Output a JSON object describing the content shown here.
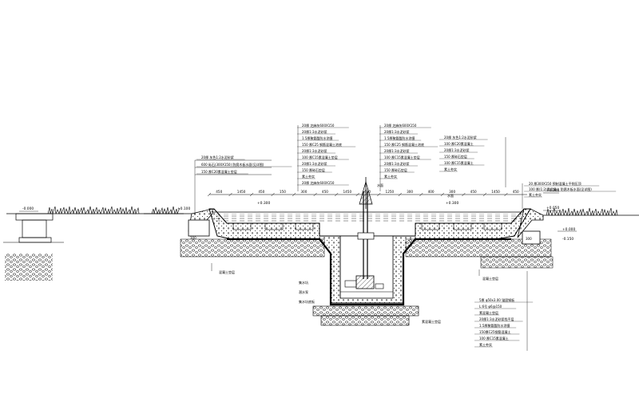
{
  "drawing": {
    "levels": {
      "left_ground": "-0.000",
      "pool_edge_left": "+0.100",
      "pool_water": "+0.300",
      "pool_water_mid": "+0.300",
      "right_edge_1": "+0.100",
      "right_edge_2": "+0.050",
      "right_ground": "+0.000",
      "right_low": "-0.150"
    },
    "dimensions": [
      "450",
      "1450",
      "450",
      "150",
      "300",
      "450",
      "1450",
      "450",
      "1250",
      "300",
      "400",
      "300",
      "450",
      "1450",
      "450"
    ],
    "left_callout": {
      "lines": [
        "20厚 灰色1:2水泥砂浆",
        "600 砾石(300X150) 防腐木板水面(见详图)",
        "150 厚C20素混凝土垫层"
      ]
    },
    "center_left_callout": {
      "lines": [
        "20厚 芝麻灰600X150",
        "20厚1:3水泥砂浆",
        "1.5厚聚氨酯防水涂膜",
        "150 厚C25 钢筋混凝土池底",
        "20厚1:3水泥砂浆",
        "100 厚C15素混凝土垫层",
        "20厚1:3水泥砂浆",
        "150 厚碎石垫层",
        "素土夯实",
        "20厚 芝麻灰600X150"
      ]
    },
    "center_right_callout": {
      "lines": [
        "20厚 芝麻灰600X150",
        "20厚1:3水泥砂浆",
        "1.5厚聚氨酯防水涂膜",
        "150 厚C25 钢筋混凝土池底",
        "20厚1:3水泥砂浆",
        "100 厚C15素混凝土垫层",
        "20厚1:3水泥砂浆",
        "150 厚碎石垫层",
        "素土夯实"
      ]
    },
    "right_top_callout": {
      "lines": [
        "20厚 灰色1:2水泥砂浆",
        "100 厚C20素混凝土",
        "20厚1:3水泥砂浆",
        "150 厚碎石垫层",
        "100 厚C15素混凝土",
        "素土夯实"
      ]
    },
    "right_callout": {
      "lines": [
        "20 厚300X150 预制混凝土平侧压顶",
        "100 厚(1:2)素混凝土 防腐木板水面(见详图)",
        "素土夯实"
      ]
    },
    "bottom_right_callout": {
      "lines": [
        "5厚 φ50x3.00 锚固钢板",
        "L:6号 φ6@150",
        "素混凝土垫层",
        "20厚1:3水泥砂浆找平层",
        "1.5厚聚氨酯防水涂膜",
        "150厚C25钢筋混凝土",
        "100 厚C15素混凝土",
        "素土夯实"
      ]
    },
    "small_labels": {
      "pump_pit": "集水坑",
      "pump_pit_floor": "集水坑底板",
      "left_bottom": "混凝土垫层",
      "right_bottom": "混凝土垫层",
      "center_bottom": "素混凝土垫层",
      "sump_label": "潜水泵",
      "water_label": "水面",
      "water_label_2": "水面",
      "left_block": "300",
      "right_block": "300"
    }
  }
}
